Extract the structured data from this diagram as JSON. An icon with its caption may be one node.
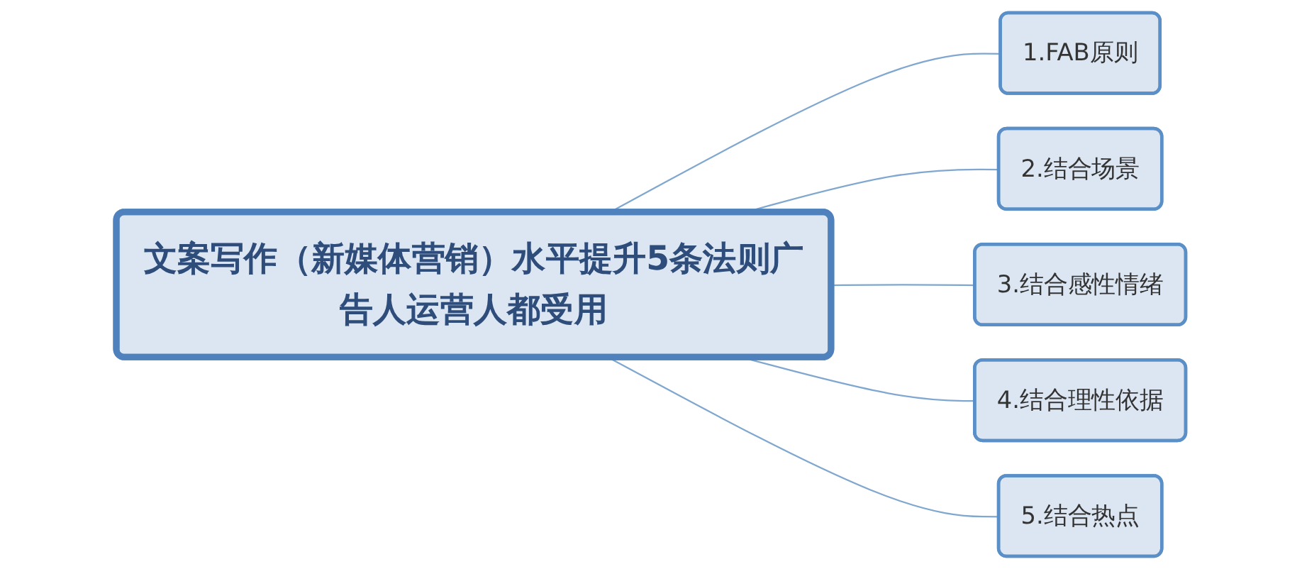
{
  "diagram": {
    "nodes": [
      {
        "text": [
          "文案写作（新媒体营销）水平提升5条法则广告人运营人都受用"
        ]
      },
      {
        "text": [
          "1.FAB原则"
        ]
      },
      {
        "text": [
          "2.结合场景"
        ]
      },
      {
        "text": [
          "3.结合感性情绪"
        ]
      },
      {
        "text": [
          "4.结合理性依据"
        ]
      },
      {
        "text": [
          "5.结合热点"
        ]
      }
    ],
    "edges": [
      {
        "from": 0,
        "to": 1,
        "arrow": "none"
      },
      {
        "from": 0,
        "to": 2,
        "arrow": "none"
      },
      {
        "from": 0,
        "to": 3,
        "arrow": "none"
      },
      {
        "from": 0,
        "to": 4,
        "arrow": "none"
      },
      {
        "from": 0,
        "to": 5,
        "arrow": "none"
      }
    ]
  }
}
